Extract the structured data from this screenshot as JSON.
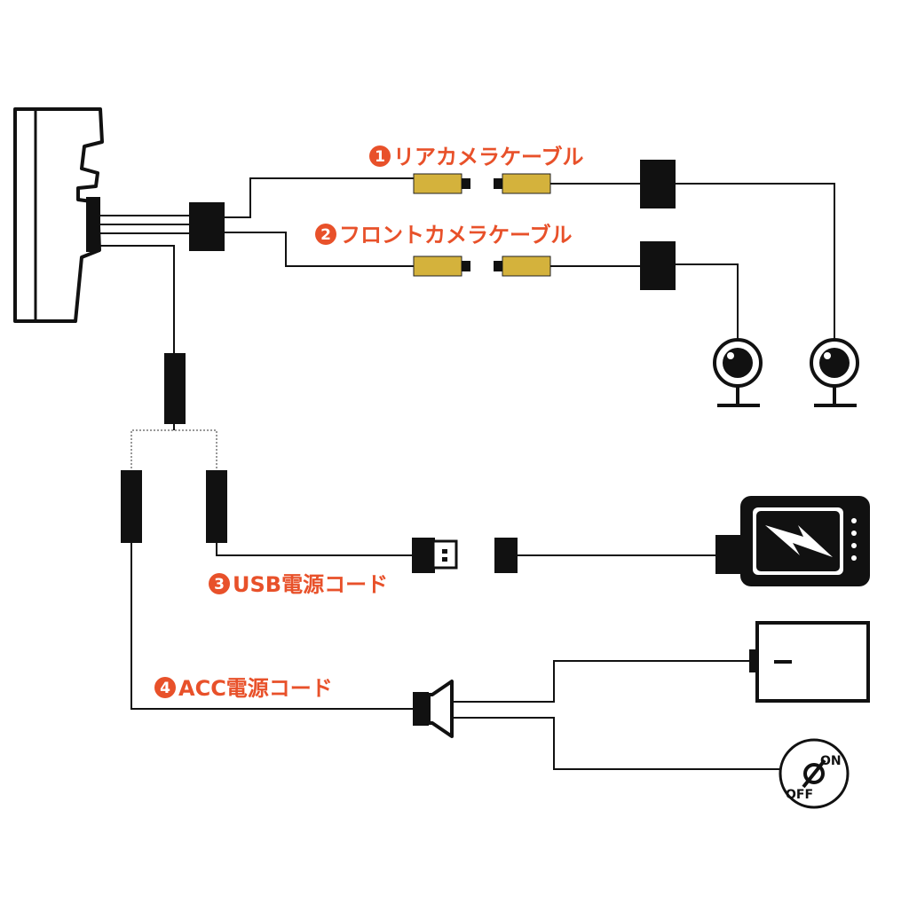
{
  "colors": {
    "label": "#e8512a",
    "badge": "#e8512a",
    "connector": "#d4b23c",
    "line": "#111111",
    "device": "#111111"
  },
  "cables": [
    {
      "number": "1",
      "label": "リアカメラケーブル"
    },
    {
      "number": "2",
      "label": "フロントカメラケーブル"
    },
    {
      "number": "3",
      "label": "USB電源コード"
    },
    {
      "number": "4",
      "label": "ACC電源コード"
    }
  ],
  "ignition_switch": {
    "on": "ON",
    "off": "OFF"
  },
  "icons": {
    "recorder": "dashcam-monitor-icon",
    "camera": "webcam-icon",
    "usb": "usb-plug-icon",
    "power_bank": "power-bank-icon",
    "battery": "battery-icon",
    "ignition": "ignition-switch-icon"
  }
}
